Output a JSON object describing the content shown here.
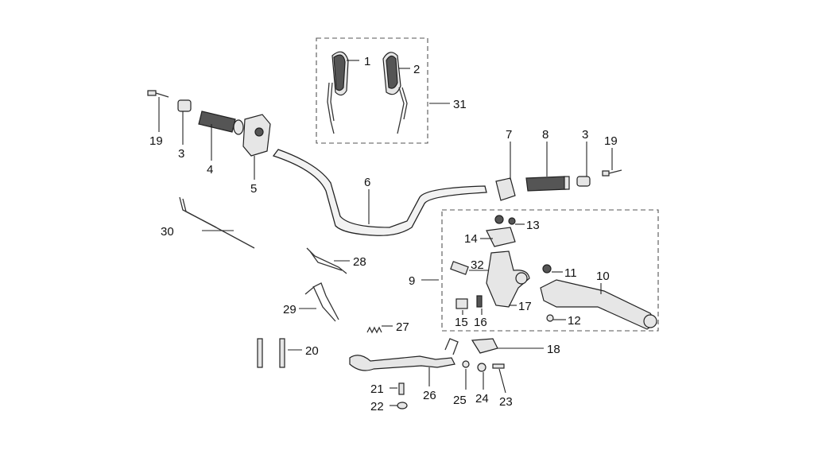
{
  "diagram": {
    "labels": {
      "l1": "1",
      "l2": "2",
      "l3a": "3",
      "l3b": "3",
      "l4": "4",
      "l5": "5",
      "l6": "6",
      "l7": "7",
      "l8": "8",
      "l9": "9",
      "l10": "10",
      "l11": "11",
      "l12": "12",
      "l13": "13",
      "l14": "14",
      "l15": "15",
      "l16": "16",
      "l17": "17",
      "l18": "18",
      "l19a": "19",
      "l19b": "19",
      "l20": "20",
      "l21": "21",
      "l22": "22",
      "l23": "23",
      "l24": "24",
      "l25": "25",
      "l26": "26",
      "l27": "27",
      "l28": "28",
      "l29": "29",
      "l30": "30",
      "l31": "31",
      "l32": "32"
    }
  }
}
